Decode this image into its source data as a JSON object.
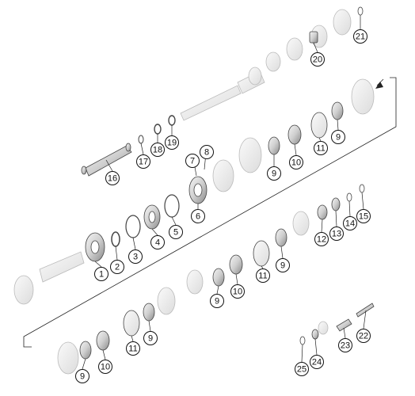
{
  "diagram": {
    "callouts": [
      {
        "id": "c1",
        "label": "1"
      },
      {
        "id": "c2",
        "label": "2"
      },
      {
        "id": "c3",
        "label": "3"
      },
      {
        "id": "c4",
        "label": "4"
      },
      {
        "id": "c5",
        "label": "5"
      },
      {
        "id": "c6",
        "label": "6"
      },
      {
        "id": "c7",
        "label": "7"
      },
      {
        "id": "c8",
        "label": "8"
      },
      {
        "id": "c9a",
        "label": "9"
      },
      {
        "id": "c9b",
        "label": "9"
      },
      {
        "id": "c9c",
        "label": "9"
      },
      {
        "id": "c9d",
        "label": "9"
      },
      {
        "id": "c9e",
        "label": "9"
      },
      {
        "id": "c9f",
        "label": "9"
      },
      {
        "id": "c10a",
        "label": "10"
      },
      {
        "id": "c10b",
        "label": "10"
      },
      {
        "id": "c10c",
        "label": "10"
      },
      {
        "id": "c11a",
        "label": "11"
      },
      {
        "id": "c11b",
        "label": "11"
      },
      {
        "id": "c11c",
        "label": "11"
      },
      {
        "id": "c12",
        "label": "12"
      },
      {
        "id": "c13",
        "label": "13"
      },
      {
        "id": "c14",
        "label": "14"
      },
      {
        "id": "c15",
        "label": "15"
      },
      {
        "id": "c16",
        "label": "16"
      },
      {
        "id": "c17",
        "label": "17"
      },
      {
        "id": "c18",
        "label": "18"
      },
      {
        "id": "c19",
        "label": "19"
      },
      {
        "id": "c20",
        "label": "20"
      },
      {
        "id": "c21",
        "label": "21"
      },
      {
        "id": "c22",
        "label": "22"
      },
      {
        "id": "c23",
        "label": "23"
      },
      {
        "id": "c24",
        "label": "24"
      },
      {
        "id": "c25",
        "label": "25"
      }
    ]
  }
}
